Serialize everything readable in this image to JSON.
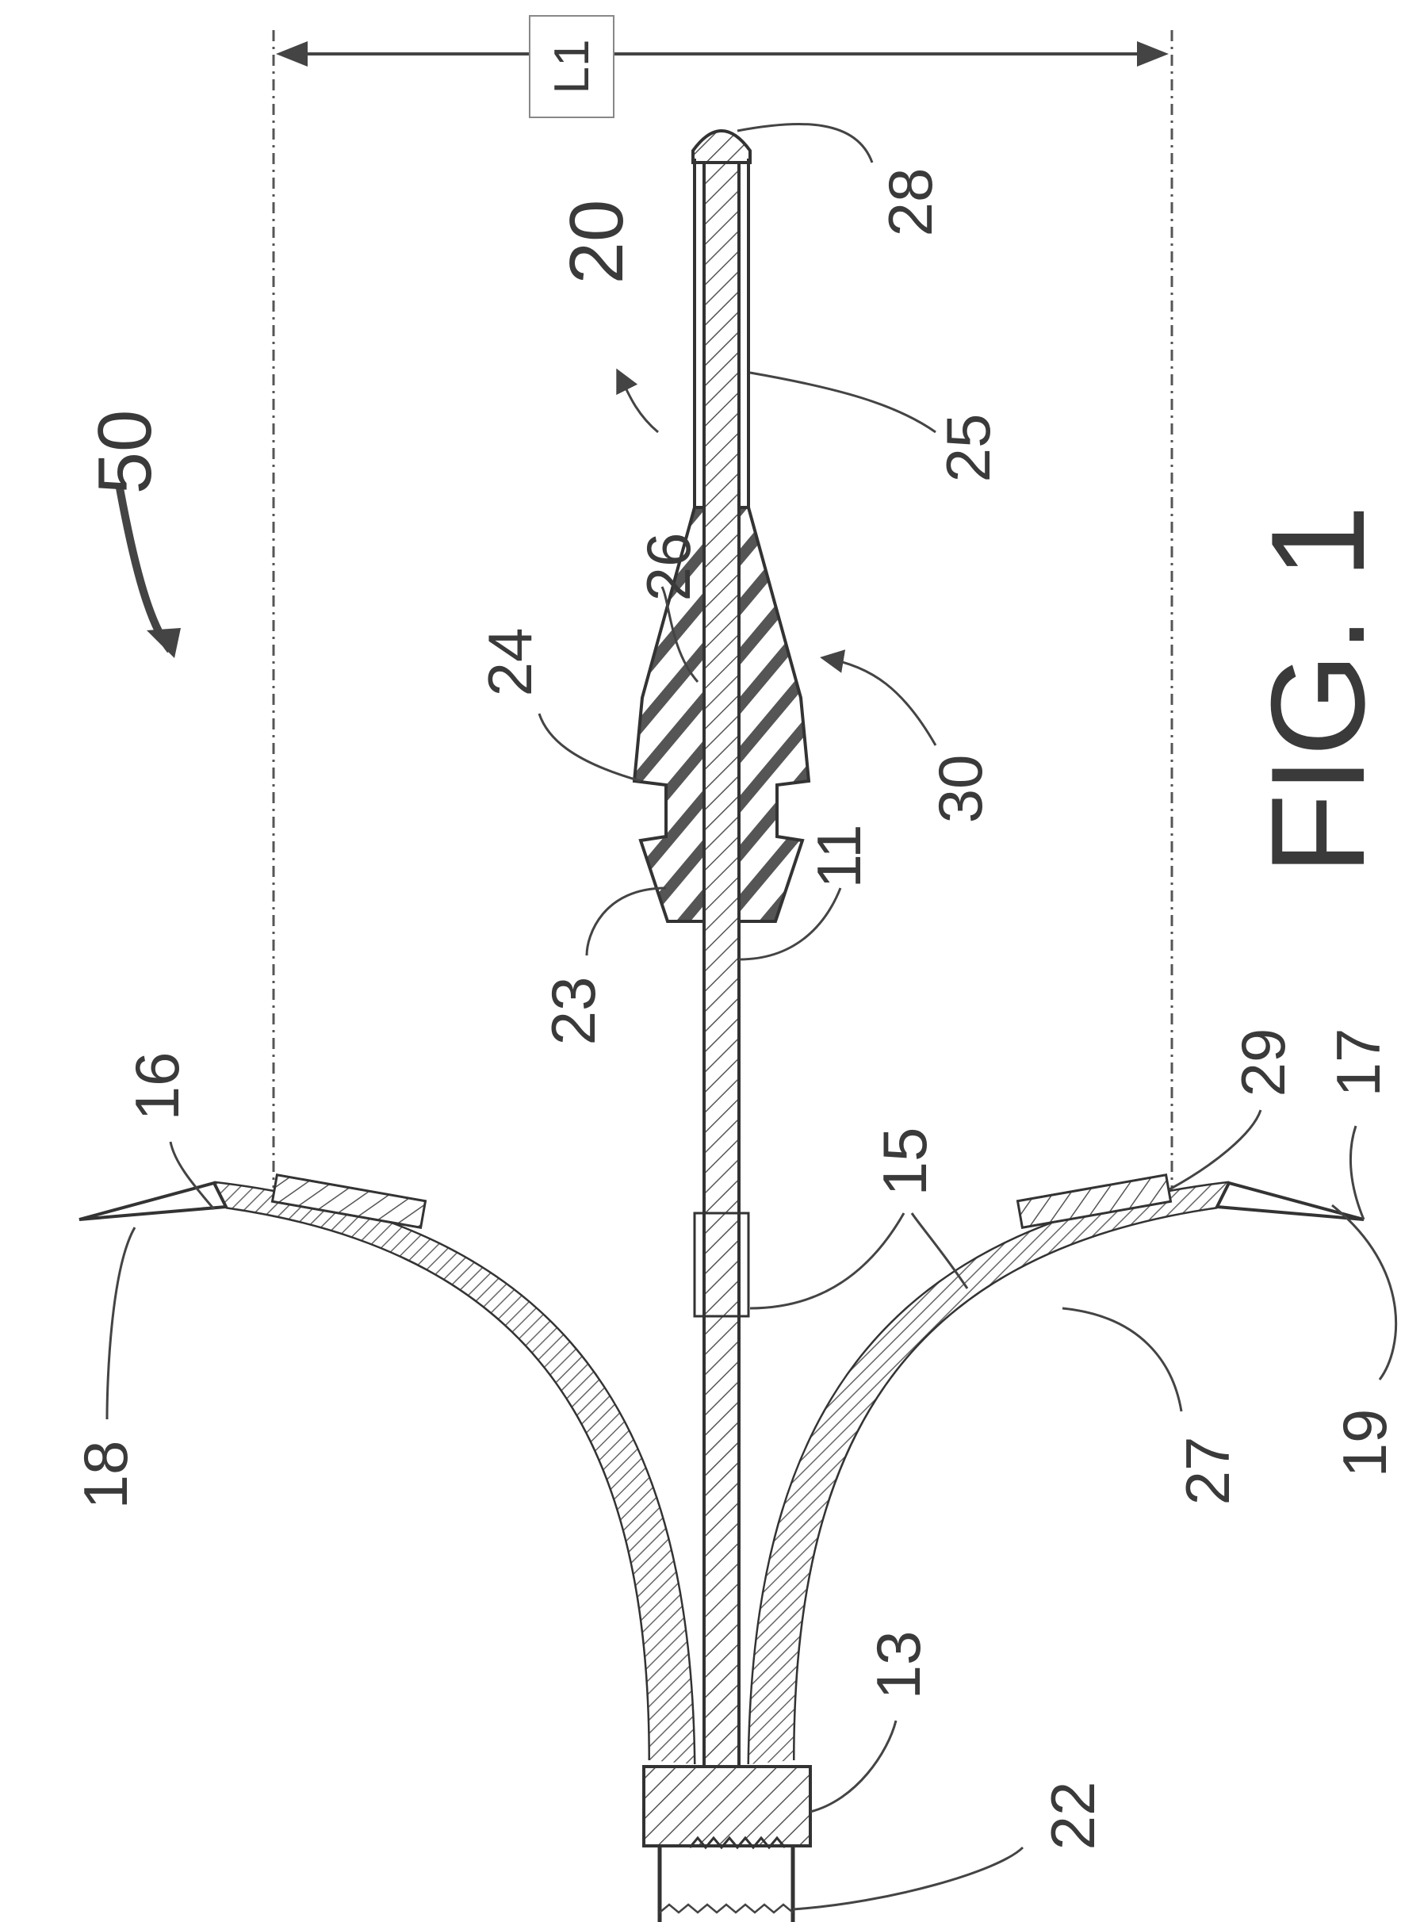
{
  "figure": {
    "caption": "FIG. 1",
    "dimension_label": "L1",
    "reference_numerals": [
      "50",
      "20",
      "28",
      "25",
      "26",
      "24",
      "30",
      "23",
      "11",
      "16",
      "18",
      "15",
      "29",
      "17",
      "19",
      "27",
      "13",
      "22"
    ]
  }
}
